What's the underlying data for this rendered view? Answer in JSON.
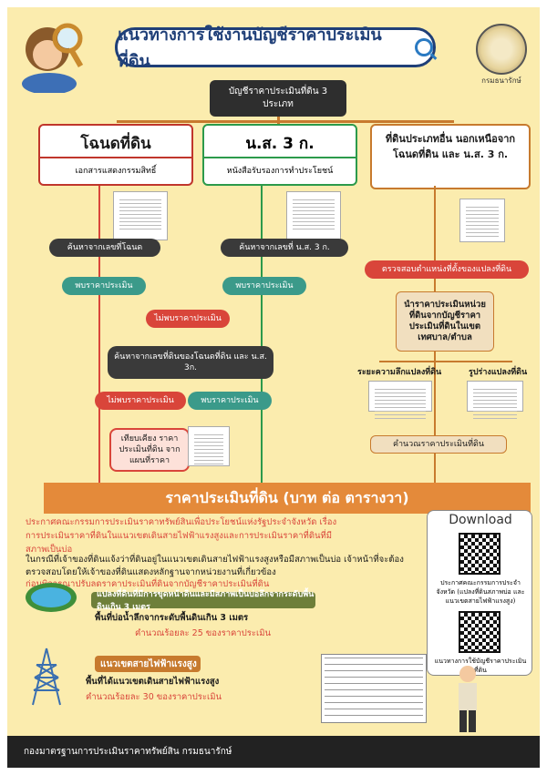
{
  "title": "แนวทางการใช้งานบัญชีราคาประเมินที่ดิน",
  "seal_label": "กรมธนารักษ์",
  "top_box": "บัญชีราคาประเมินที่ดิน 3 ประเภท",
  "categories": [
    {
      "head": "โฉนดที่ดิน",
      "sub": "เอกสารแสดงกรรมสิทธิ์"
    },
    {
      "head": "น.ส. 3 ก.",
      "sub": "หนังสือรับรองการทำประโยชน์"
    },
    {
      "head": "ที่ดินประเภทอื่น นอกเหนือจาก โฉนดที่ดิน และ น.ส. 3 ก."
    }
  ],
  "left_flow": {
    "search_deed": "ค้นหาจากเลขที่โฉนด",
    "found": "พบราคาประเมิน",
    "not_found": "ไม่พบราคาประเมิน"
  },
  "mid_flow": {
    "search_ns3": "ค้นหาจากเลขที่ น.ส. 3 ก.",
    "found": "พบราคาประเมิน",
    "search_both": "ค้นหาจากเลขที่ดินของโฉนดที่ดิน และ น.ส. 3ก.",
    "not_found2": "ไม่พบราคาประเมิน",
    "found2": "พบราคาประเมิน",
    "compare": "เทียบเคียง ราคาประเมินที่ดิน จากแผนที่ราคา"
  },
  "right_flow": {
    "check_location": "ตรวจสอบตำแหน่งที่ตั้งของแปลงที่ดิน",
    "use_unit": "นำราคาประเมินหน่วย ที่ดินจากบัญชีราคา ประเมินที่ดินในเขต เทศบาล/ตำบล",
    "depth": "ระยะความลึกแปลงที่ดิน",
    "shape": "รูปร่างแปลงที่ดิน",
    "calc": "คำนวณราคาประเมินที่ดิน"
  },
  "result": "ราคาประเมินที่ดิน (บาท ต่อ ตารางวา)",
  "notice_red": "ประกาศคณะกรรมการประเมินราคาทรัพย์สินเพื่อประโยชน์แห่งรัฐประจำจังหวัด เรื่อง การประเมินราคาที่ดินในแนวเขตเดินสายไฟฟ้าแรงสูงและการประเมินราคาที่ดินที่มีสภาพเป็นบ่อ",
  "notice_body": "ในกรณีที่เจ้าของที่ดินแจ้งว่าที่ดินอยู่ในแนวเขตเดินสายไฟฟ้าแรงสูงหรือมีสภาพเป็นบ่อ เจ้าหน้าที่จะต้องตรวจสอบโดยให้เจ้าของที่ดินแสดงหลักฐานจากหน่วยงานที่เกี่ยวข้อง",
  "notice_tail": "ก่อนพิจารณาปรับลดราคาประเมินที่ดินจากบัญชีราคาประเมินที่ดิน",
  "pond": {
    "bar": "แปลงที่ดินที่มีการขุดหน้าดินและมีสภาพเป็นบ่อลึกจากระดับพื้นดินเกิน 3 เมตร",
    "line1": "พื้นที่บ่อน้ำลึกจากระดับพื้นดินเกิน 3 เมตร",
    "line2": "คำนวณร้อยละ 25 ของราคาประเมิน"
  },
  "power": {
    "bar": "แนวเขตสายไฟฟ้าแรงสูง",
    "line1": "พื้นที่ได้แนวเขตเดินสายไฟฟ้าแรงสูง",
    "line2": "คำนวณร้อยละ 30 ของราคาประเมิน"
  },
  "download": {
    "title": "Download",
    "qr1_caption": "ประกาศคณะกรรมการประจำจังหวัด (แปลงที่ดินสภาพบ่อ และแนวเขตสายไฟฟ้าแรงสูง)",
    "qr2_caption": "แนวทางการใช้บัญชีราคาประเมินที่ดิน"
  },
  "footer": "กองมาตรฐานการประเมินราคาทรัพย์สิน   กรมธนารักษ์"
}
